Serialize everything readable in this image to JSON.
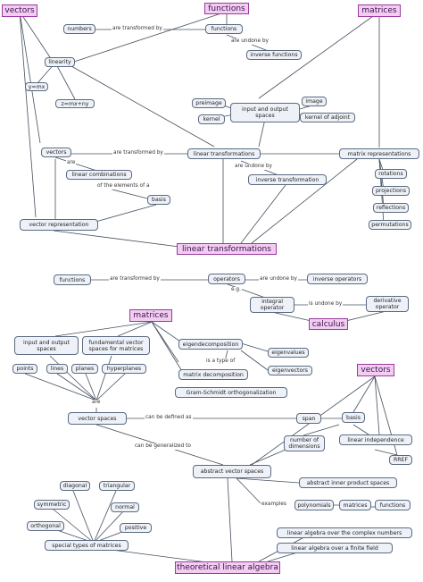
{
  "hubs": {
    "vectors_top": "vectors",
    "functions_top": "functions",
    "matrices_top": "matrices",
    "linear_transformations": "linear transformations",
    "matrices_mid": "matrices",
    "calculus": "calculus",
    "vectors_bottom": "vectors",
    "theoretical_linear_algebra": "theoretical linear algebra"
  },
  "nodes": {
    "numbers": "numbers",
    "functions_node": "functions",
    "inverse_functions": "inverse functions",
    "linearity": "linearity",
    "y_mx": "y=mx",
    "y_mx_ny": "z=mx+ny",
    "preimage": "preimage",
    "kernel": "kernel",
    "input_output_spaces": "input and output\nspaces",
    "image": "image",
    "kernel_adjoint": "kernel of adjoint",
    "vectors_node": "vectors",
    "linear_combinations": "linear combinations",
    "basis_top": "basis",
    "linear_transformations_node": "linear transformations",
    "inverse_transformation": "inverse transformation",
    "matrix_representations": "matrix representations",
    "rotations": "rotations",
    "projections": "projections",
    "reflections": "reflections",
    "permutations": "permutations",
    "vector_representation": "vector representation",
    "functions_mid": "functions",
    "operators": "operators",
    "inverse_operators": "inverse operators",
    "integral_operator": "integral\noperator",
    "derivative_operator": "derivative\noperator",
    "input_output_spaces_2": "input and output\nspaces",
    "fundamental_vector_spaces": "fundamental vector\nspaces for matrices",
    "points": "points",
    "lines": "lines",
    "planes": "planes",
    "hyperplanes": "hyperplanes",
    "eigendecomposition": "eigendecomposition",
    "eigenvalues": "eigenvalues",
    "matrix_decomposition": "matrix decomposition",
    "eigenvectors": "eigenvectors",
    "gram_schmidt": "Gram-Schmidt orthogonalization",
    "vector_spaces": "vector spaces",
    "span": "span",
    "basis_bottom": "basis",
    "linear_independence": "linear independence",
    "rref": "RREF",
    "number_of_dimensions": "number of\ndimensions",
    "abstract_vector_spaces": "abstract vector spaces",
    "abstract_inner_product_spaces": "abstract inner product spaces",
    "polynomials": "polynomials",
    "matrices_small": "matrices",
    "functions_small": "functions",
    "diagonal": "diagonal",
    "triangular": "triangular",
    "symmetric": "symmetric",
    "normal": "normal",
    "orthogonal": "orthogonal",
    "positive": "positive",
    "special_types_of_matrices": "special types of matrices",
    "la_complex": "linear algebra over the complex numbers",
    "la_finite_field": "linear algebra over a finite field"
  },
  "edge_labels": {
    "transformed_by_1": "are transformed by",
    "undone_by_1": "are undone by",
    "transformed_by_2": "are transformed by",
    "undone_by_2": "are undone by",
    "are": "are",
    "of_elements": "of the elements of a",
    "transformed_by_3": "are transformed by",
    "undone_by_3": "are undone by",
    "eg": "e.g.",
    "is_undone_by": "is undone by",
    "is_type_of": "is a type of",
    "are_2": "are",
    "defined_as": "can be defined as",
    "generalized_to": "can be generalized to",
    "examples": "examples"
  }
}
